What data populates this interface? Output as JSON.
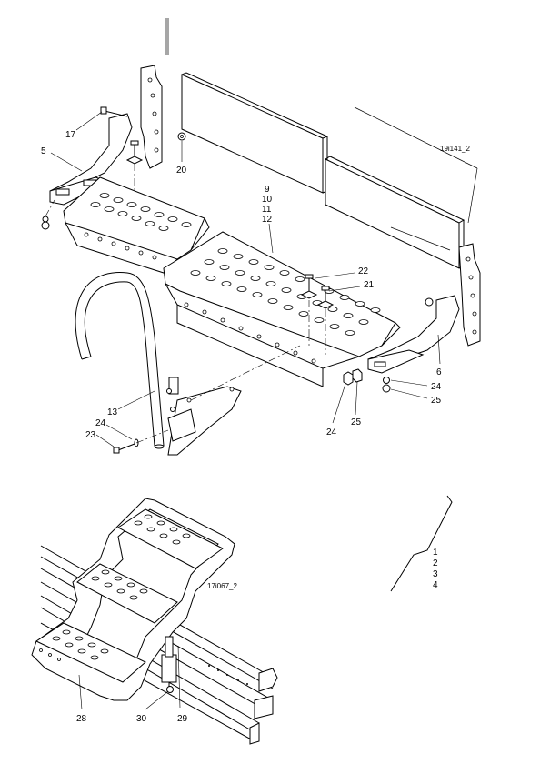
{
  "upper_assembly": {
    "reference": "19i141_2",
    "callouts": {
      "c17": "17",
      "c5": "5",
      "c20": "20",
      "c9_12": [
        "9",
        "10",
        "11",
        "12"
      ],
      "c22": "22",
      "c21": "21",
      "c6": "6",
      "c24a": "24",
      "c25a": "25",
      "c13": "13",
      "c24b": "24",
      "c23": "23",
      "c24c": "24",
      "c25b": "25"
    }
  },
  "lower_assembly": {
    "reference": "17i067_2",
    "callouts": {
      "c1_4": [
        "1",
        "2",
        "3",
        "4"
      ],
      "c28": "28",
      "c30": "30",
      "c29": "29"
    }
  }
}
